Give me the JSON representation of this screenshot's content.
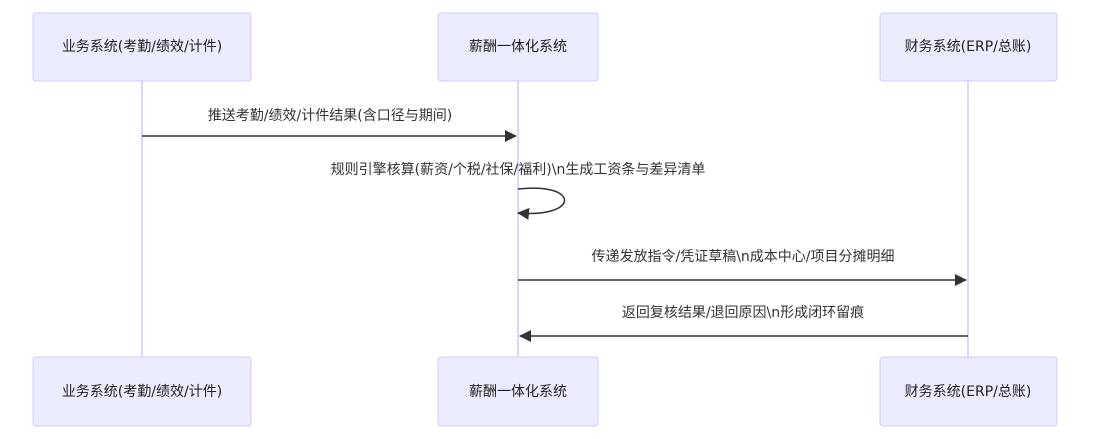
{
  "actors": [
    {
      "label": "业务系统(考勤/绩效/计件)"
    },
    {
      "label": "薪酬一体化系统"
    },
    {
      "label": "财务系统(ERP/总账)"
    }
  ],
  "messages": [
    {
      "from": 0,
      "to": 1,
      "label": "推送考勤/绩效/计件结果(含口径与期间)"
    },
    {
      "from": 1,
      "to": 1,
      "label": "规则引擎核算(薪资/个税/社保/福利)\\n生成工资条与差异清单"
    },
    {
      "from": 1,
      "to": 2,
      "label": "传递发放指令/凭证草稿\\n成本中心/项目分摊明细"
    },
    {
      "from": 2,
      "to": 1,
      "label": "返回复核结果/退回原因\\n形成闭环留痕"
    }
  ],
  "colors": {
    "actor_fill": "#ECECFF",
    "actor_stroke": "#CCCCFF",
    "line": "#333333"
  }
}
